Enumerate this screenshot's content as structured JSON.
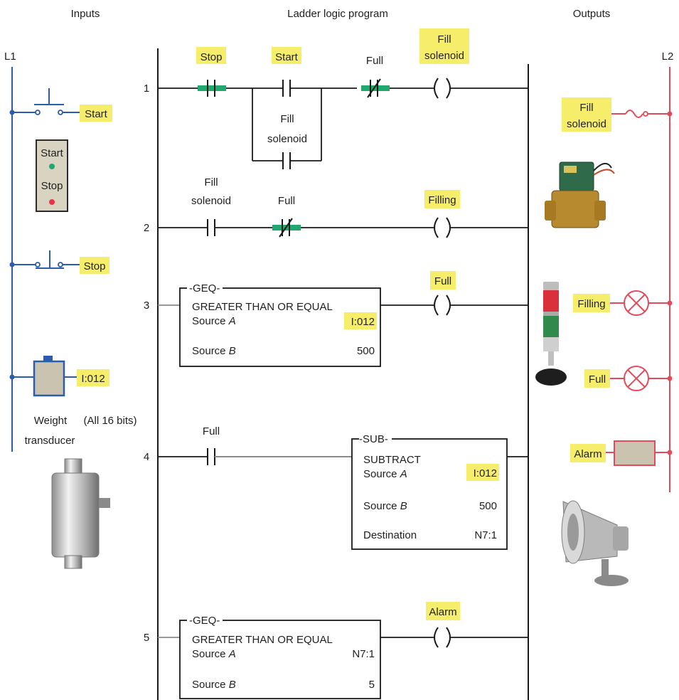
{
  "headers": {
    "inputs": "Inputs",
    "program": "Ladder logic program",
    "outputs": "Outputs"
  },
  "rails": {
    "left": "L1",
    "right": "L2"
  },
  "inputs": {
    "start_label": "Start",
    "stop_label": "Stop",
    "panel_start": "Start",
    "panel_stop": "Stop",
    "analog_address": "I:012",
    "transducer_line1": "Weight",
    "transducer_line2": "transducer",
    "transducer_bits": "(All 16 bits)"
  },
  "outputs": {
    "fill_solenoid_line1": "Fill",
    "fill_solenoid_line2": "solenoid",
    "filling": "Filling",
    "full": "Full",
    "alarm": "Alarm"
  },
  "rungs": [
    {
      "number": "1",
      "contacts": [
        "Stop",
        "Start",
        "Full"
      ],
      "branch_line1": "Fill",
      "branch_line2": "solenoid",
      "coil_line1": "Fill",
      "coil_line2": "solenoid"
    },
    {
      "number": "2",
      "contact1_line1": "Fill",
      "contact1_line2": "solenoid",
      "contact2": "Full",
      "coil": "Filling"
    },
    {
      "number": "3",
      "block": {
        "mnemonic": "GEQ",
        "title": "GREATER THAN OR EQUAL",
        "label_a": "Source ",
        "letter_a": "A",
        "value_a": "I:012",
        "label_b": "Source ",
        "letter_b": "B",
        "value_b": "500"
      },
      "coil": "Full"
    },
    {
      "number": "4",
      "contact": "Full",
      "block": {
        "mnemonic": "SUB",
        "title": "SUBTRACT",
        "label_a": "Source ",
        "letter_a": "A",
        "value_a": "I:012",
        "label_b": "Source ",
        "letter_b": "B",
        "value_b": "500",
        "dest_label": "Destination",
        "dest_value": "N7:1"
      }
    },
    {
      "number": "5",
      "block": {
        "mnemonic": "GEQ",
        "title": "GREATER THAN OR EQUAL",
        "label_a": "Source ",
        "letter_a": "A",
        "value_a": "N7:1",
        "label_b": "Source ",
        "letter_b": "B",
        "value_b": "5"
      },
      "coil": "Alarm"
    }
  ],
  "colors": {
    "highlight": "#f6ee6a",
    "input_wiring": "#2a5db0",
    "output_wiring": "#e24b5a",
    "energized_contact": "#1fa870",
    "device_fill": "#c9c3b0"
  }
}
